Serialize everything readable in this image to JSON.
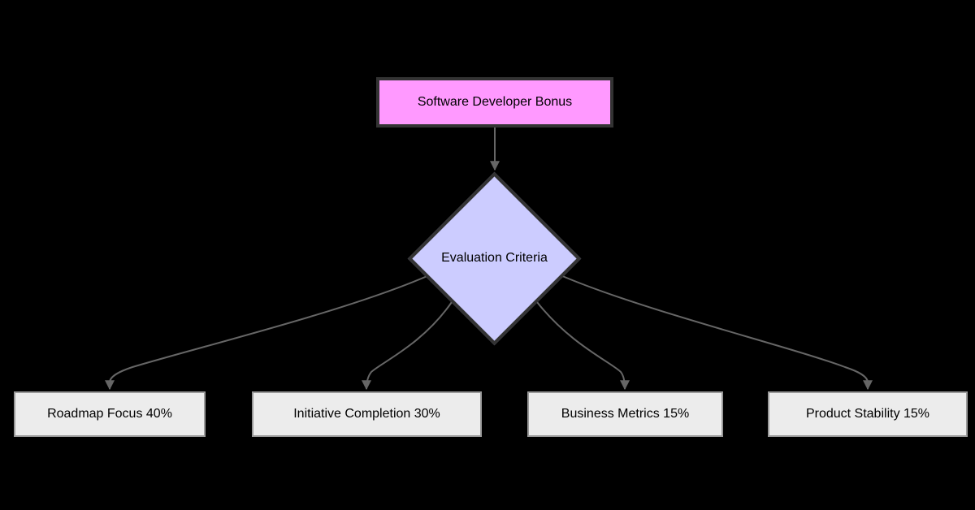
{
  "diagram": {
    "type": "flowchart",
    "direction": "top-down",
    "nodes": {
      "root": {
        "label": "Software Developer Bonus",
        "shape": "rectangle",
        "fill": "#ff99ff",
        "stroke": "#333333"
      },
      "decision": {
        "label": "Evaluation Criteria",
        "shape": "diamond",
        "fill": "#ccccff",
        "stroke": "#333333"
      },
      "leaves": [
        {
          "label": "Roadmap Focus 40%",
          "shape": "rectangle",
          "fill": "#ececec",
          "stroke": "#999999"
        },
        {
          "label": "Initiative Completion 30%",
          "shape": "rectangle",
          "fill": "#ececec",
          "stroke": "#999999"
        },
        {
          "label": "Business Metrics 15%",
          "shape": "rectangle",
          "fill": "#ececec",
          "stroke": "#999999"
        },
        {
          "label": "Product Stability 15%",
          "shape": "rectangle",
          "fill": "#ececec",
          "stroke": "#999999"
        }
      ]
    },
    "edges": [
      {
        "from": "Software Developer Bonus",
        "to": "Evaluation Criteria"
      },
      {
        "from": "Evaluation Criteria",
        "to": "Roadmap Focus 40%"
      },
      {
        "from": "Evaluation Criteria",
        "to": "Initiative Completion 30%"
      },
      {
        "from": "Evaluation Criteria",
        "to": "Business Metrics 15%"
      },
      {
        "from": "Evaluation Criteria",
        "to": "Product Stability 15%"
      }
    ],
    "colors": {
      "background": "#000000",
      "edge": "#666666",
      "text": "#000000"
    }
  }
}
